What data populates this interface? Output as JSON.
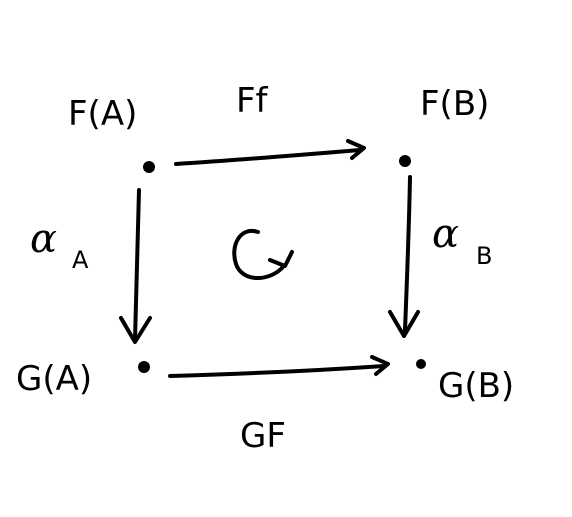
{
  "diagram": {
    "nodes": {
      "fa": {
        "label": "F(A)"
      },
      "fb": {
        "label": "F(B)"
      },
      "ga": {
        "label": "G(A)"
      },
      "gb": {
        "label": "G(B)"
      }
    },
    "arrows": {
      "top": {
        "label": "Ff"
      },
      "bottom": {
        "label": "GF"
      },
      "left": {
        "greek": "α",
        "subscript": "A"
      },
      "right": {
        "greek": "α",
        "subscript": "B"
      }
    },
    "center_symbol": "commutes-loop-icon",
    "colors": {
      "ink": "#000000",
      "background": "#ffffff"
    }
  }
}
